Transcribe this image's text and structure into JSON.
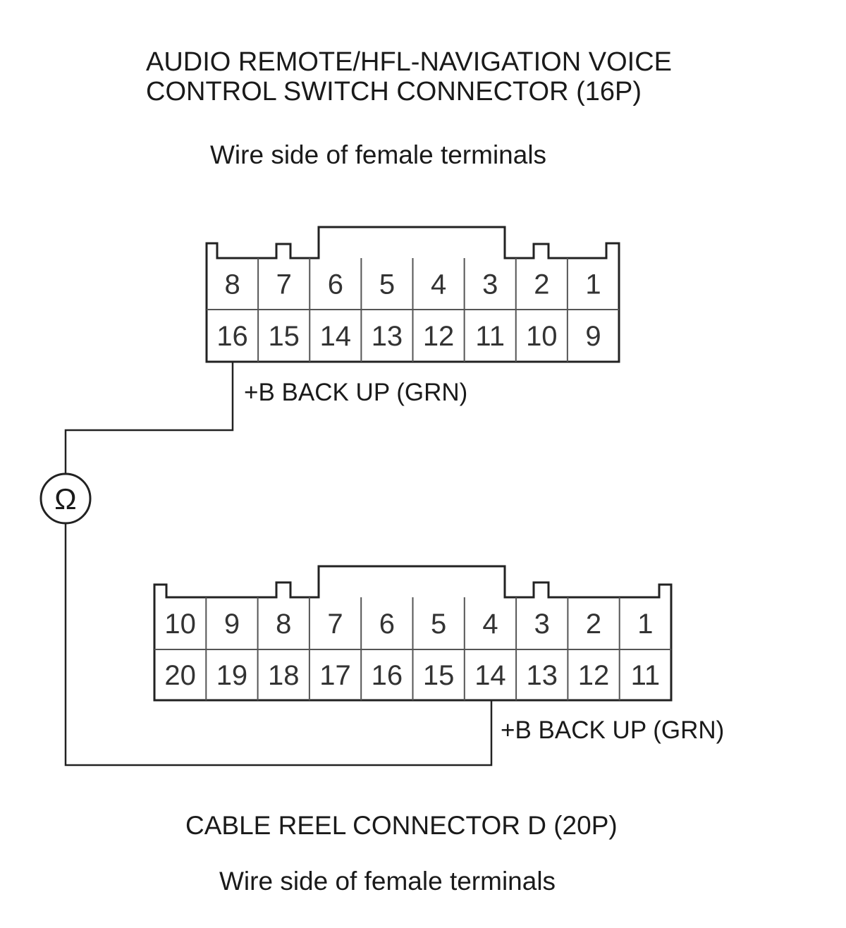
{
  "connector_a": {
    "title_line1": "AUDIO REMOTE/HFL-NAVIGATION VOICE",
    "title_line2": "CONTROL SWITCH CONNECTOR (16P)",
    "view_note": "Wire side of female terminals",
    "top_row": [
      "8",
      "7",
      "6",
      "5",
      "4",
      "3",
      "2",
      "1"
    ],
    "bottom_row": [
      "16",
      "15",
      "14",
      "13",
      "12",
      "11",
      "10",
      "9"
    ],
    "probe_label": "+B BACK UP (GRN)"
  },
  "meter": {
    "symbol": "Ω",
    "icon": "ohmmeter-icon"
  },
  "connector_b": {
    "top_row": [
      "10",
      "9",
      "8",
      "7",
      "6",
      "5",
      "4",
      "3",
      "2",
      "1"
    ],
    "bottom_row": [
      "20",
      "19",
      "18",
      "17",
      "16",
      "15",
      "14",
      "13",
      "12",
      "11"
    ],
    "probe_label": "+B BACK UP (GRN)",
    "title": "CABLE REEL CONNECTOR D (20P)",
    "view_note": "Wire side of female terminals"
  }
}
